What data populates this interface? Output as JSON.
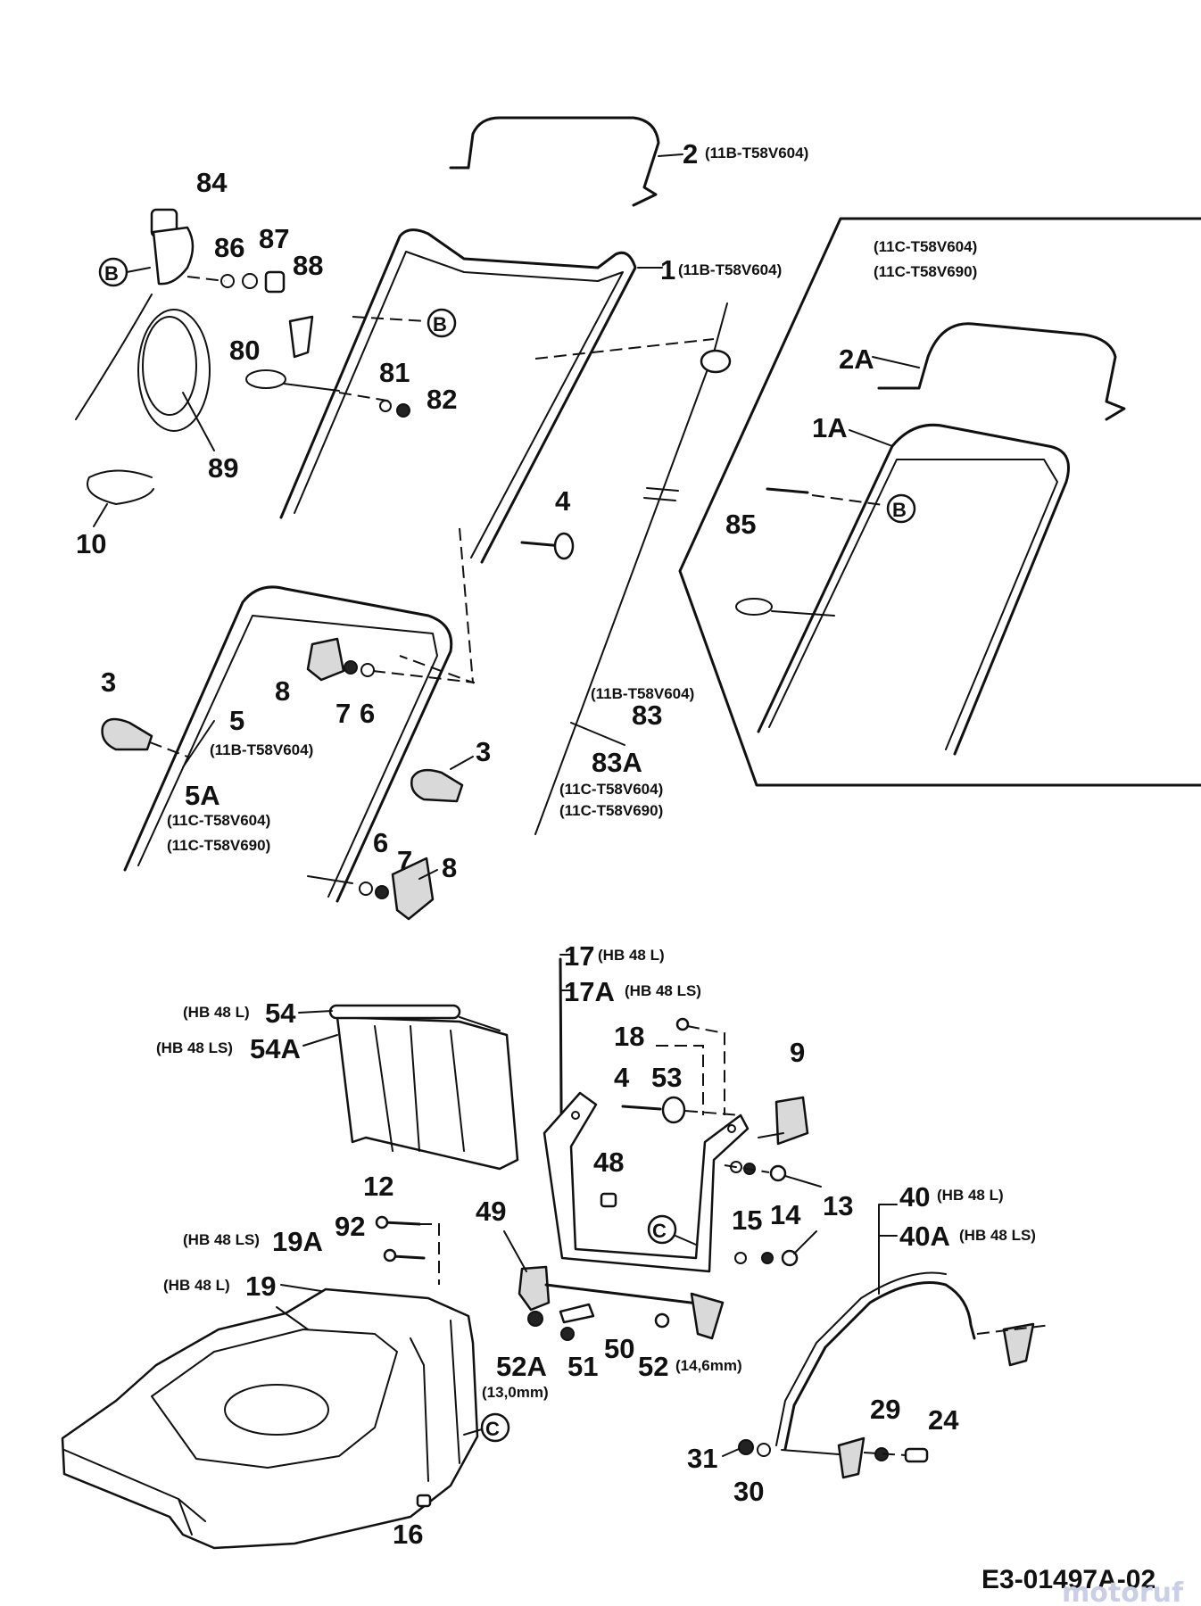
{
  "diagram_id": "E3-01497A-02",
  "watermark": "motoruf",
  "labels": [
    {
      "key": "2",
      "text": "2",
      "note": "(11B-T58V604)"
    },
    {
      "key": "1",
      "text": "1",
      "note": "(11B-T58V604)"
    },
    {
      "key": "84",
      "text": "84",
      "note": ""
    },
    {
      "key": "86",
      "text": "86",
      "note": ""
    },
    {
      "key": "87",
      "text": "87",
      "note": ""
    },
    {
      "key": "88",
      "text": "88",
      "note": ""
    },
    {
      "key": "80",
      "text": "80",
      "note": ""
    },
    {
      "key": "81",
      "text": "81",
      "note": ""
    },
    {
      "key": "82",
      "text": "82",
      "note": ""
    },
    {
      "key": "89",
      "text": "89",
      "note": ""
    },
    {
      "key": "10",
      "text": "10",
      "note": ""
    },
    {
      "key": "4",
      "text": "4",
      "note": ""
    },
    {
      "key": "2A",
      "text": "2A",
      "note": ""
    },
    {
      "key": "1A",
      "text": "1A",
      "note": ""
    },
    {
      "key": "85",
      "text": "85",
      "note": ""
    },
    {
      "key": "3a",
      "text": "3",
      "note": ""
    },
    {
      "key": "8a",
      "text": "8",
      "note": ""
    },
    {
      "key": "7a",
      "text": "7",
      "note": ""
    },
    {
      "key": "6a",
      "text": "6",
      "note": ""
    },
    {
      "key": "5",
      "text": "5",
      "note": "(11B-T58V604)"
    },
    {
      "key": "5A",
      "text": "5A",
      "note": ""
    },
    {
      "key": "83",
      "text": "83",
      "note": ""
    },
    {
      "key": "83A",
      "text": "83A",
      "note": ""
    },
    {
      "key": "3b",
      "text": "3",
      "note": ""
    },
    {
      "key": "6b",
      "text": "6",
      "note": ""
    },
    {
      "key": "7b",
      "text": "7",
      "note": ""
    },
    {
      "key": "8b",
      "text": "8",
      "note": ""
    },
    {
      "key": "17",
      "text": "17",
      "note": "(HB 48 L)"
    },
    {
      "key": "17A",
      "text": "17A",
      "note": "(HB 48 LS)"
    },
    {
      "key": "54",
      "text": "54",
      "note": "(HB 48 L)"
    },
    {
      "key": "54A",
      "text": "54A",
      "note": "(HB 48 LS)"
    },
    {
      "key": "18",
      "text": "18",
      "note": ""
    },
    {
      "key": "9",
      "text": "9",
      "note": ""
    },
    {
      "key": "4b",
      "text": "4",
      "note": ""
    },
    {
      "key": "53",
      "text": "53",
      "note": ""
    },
    {
      "key": "48",
      "text": "48",
      "note": ""
    },
    {
      "key": "13",
      "text": "13",
      "note": ""
    },
    {
      "key": "14",
      "text": "14",
      "note": ""
    },
    {
      "key": "15",
      "text": "15",
      "note": ""
    },
    {
      "key": "12",
      "text": "12",
      "note": ""
    },
    {
      "key": "92",
      "text": "92",
      "note": ""
    },
    {
      "key": "49",
      "text": "49",
      "note": ""
    },
    {
      "key": "19A",
      "text": "19A",
      "note": "(HB 48 LS)"
    },
    {
      "key": "19",
      "text": "19",
      "note": "(HB 48 L)"
    },
    {
      "key": "40",
      "text": "40",
      "note": "(HB 48 L)"
    },
    {
      "key": "40A",
      "text": "40A",
      "note": "(HB 48 LS)"
    },
    {
      "key": "52A",
      "text": "52A",
      "note": "(13,0mm)"
    },
    {
      "key": "51",
      "text": "51",
      "note": ""
    },
    {
      "key": "50",
      "text": "50",
      "note": ""
    },
    {
      "key": "52",
      "text": "52",
      "note": "(14,6mm)"
    },
    {
      "key": "29",
      "text": "29",
      "note": ""
    },
    {
      "key": "24",
      "text": "24",
      "note": ""
    },
    {
      "key": "31",
      "text": "31",
      "note": ""
    },
    {
      "key": "30",
      "text": "30",
      "note": ""
    },
    {
      "key": "16",
      "text": "16",
      "note": ""
    }
  ],
  "notes_block": {
    "inset_models": [
      "(11C-T58V604)",
      "(11C-T58V690)"
    ],
    "label_5a_models": [
      "(11C-T58V604)",
      "(11C-T58V690)"
    ],
    "label_83_model": "(11B-T58V604)",
    "label_83a_models": [
      "(11C-T58V604)",
      "(11C-T58V690)"
    ]
  },
  "callouts": [
    "B",
    "B",
    "B",
    "C",
    "C"
  ]
}
